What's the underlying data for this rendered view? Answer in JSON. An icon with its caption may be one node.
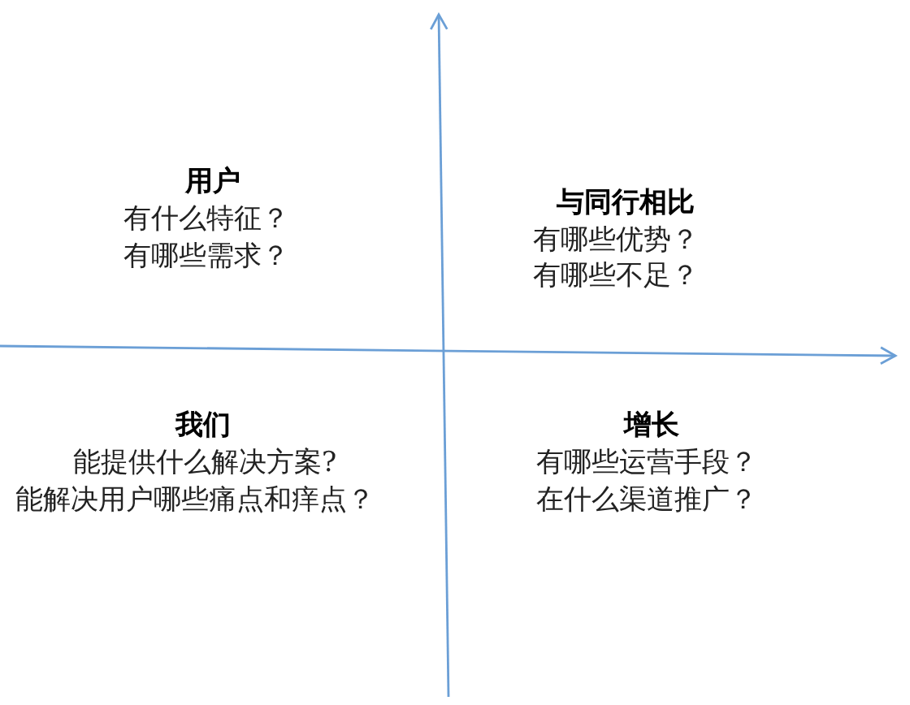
{
  "diagram": {
    "labels": [
      "用户",
      "有什么特征？",
      "有哪些需求？",
      "与同行相比",
      "有哪些优势？",
      "有哪些不足？",
      "我们",
      "能提供什么解决方案?",
      "能解决用户哪些痛点和痒点？",
      "增长",
      "有哪些运营手段？",
      "在什么渠道推广？"
    ]
  }
}
